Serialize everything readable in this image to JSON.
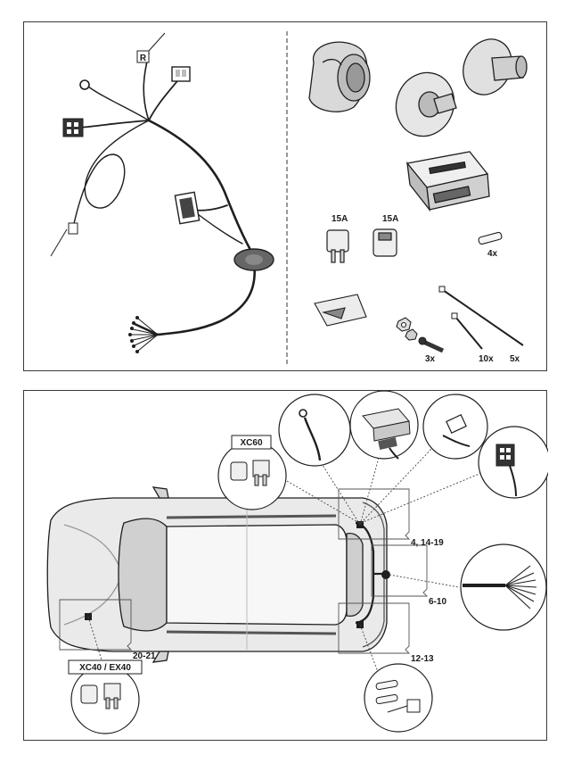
{
  "kit_contents": {
    "harness_tag": "R",
    "fuse_amp_1": "15A",
    "fuse_amp_2": "15A",
    "small_fuse_qty": "4x",
    "bolt_qty": "3x",
    "tie_short_qty": "10x",
    "tie_long_qty": "5x"
  },
  "installation": {
    "callout_xc60": "XC60",
    "callout_xc40": "XC40 / EX40",
    "step_rear_left": "4, 14-19",
    "step_rear_center": "6-10",
    "step_rear_right": "12-13",
    "step_front": "20-21"
  },
  "colors": {
    "line": "#1f1f1f",
    "fill_light": "#efefef",
    "fill_mid": "#cfcfcf",
    "fill_dark": "#555555"
  }
}
